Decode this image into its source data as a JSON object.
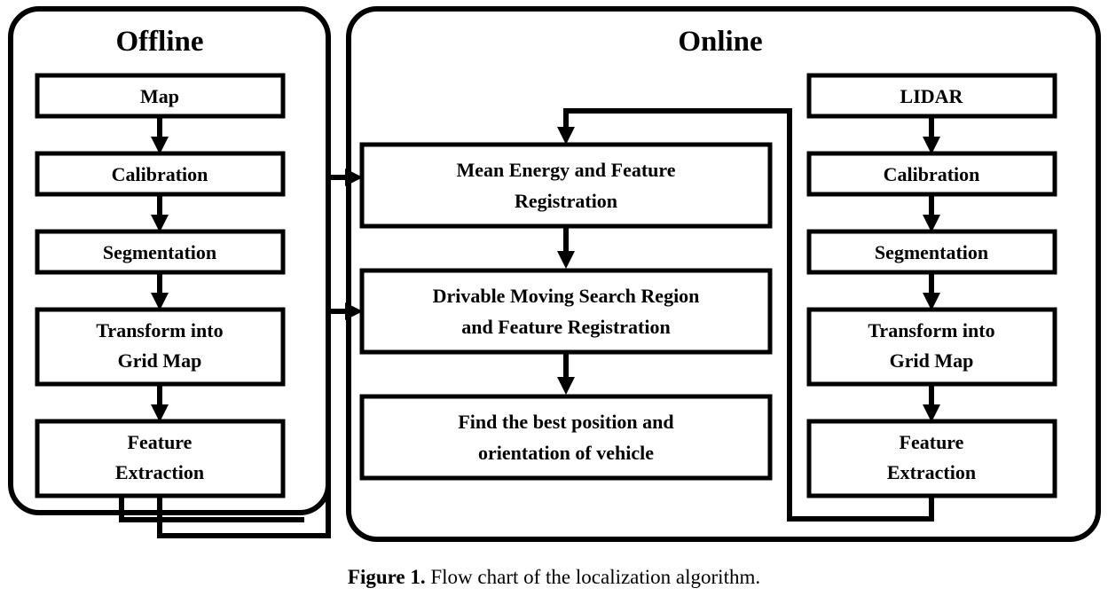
{
  "figure": {
    "caption_prefix": "Figure 1.",
    "caption_text": " Flow chart of the localization algorithm.",
    "stroke_color": "#000000",
    "background_color": "#ffffff"
  },
  "panels": [
    {
      "id": "offline",
      "title": "Offline"
    },
    {
      "id": "online",
      "title": "Online"
    }
  ],
  "chart_data": {
    "type": "flowchart",
    "title": "Flow chart of the localization algorithm",
    "groups": [
      {
        "name": "Offline",
        "nodes": [
          "Map",
          "Calibration",
          "Segmentation",
          "Transform into Grid Map",
          "Feature Extraction"
        ]
      },
      {
        "name": "Online",
        "nodes": [
          "Mean Energy and Feature Registration",
          "Drivable Moving Search Region and Feature Registration",
          "Find the best position and orientation of vehicle",
          "LIDAR",
          "Calibration",
          "Segmentation",
          "Transform into Grid Map",
          "Feature Extraction"
        ]
      }
    ],
    "edges": [
      {
        "from": "Map",
        "to": "Calibration"
      },
      {
        "from": "Calibration",
        "to": "Segmentation"
      },
      {
        "from": "Segmentation",
        "to": "Transform into Grid Map"
      },
      {
        "from": "Transform into Grid Map",
        "to": "Feature Extraction"
      },
      {
        "from": "Feature Extraction (Offline)",
        "to": "Mean Energy and Feature Registration"
      },
      {
        "from": "Feature Extraction (Offline)",
        "to": "Drivable Moving Search Region and Feature Registration"
      },
      {
        "from": "Mean Energy and Feature Registration",
        "to": "Drivable Moving Search Region and Feature Registration"
      },
      {
        "from": "Drivable Moving Search Region and Feature Registration",
        "to": "Find the best position and orientation of vehicle"
      },
      {
        "from": "LIDAR",
        "to": "Calibration (Online)"
      },
      {
        "from": "Calibration (Online)",
        "to": "Segmentation (Online)"
      },
      {
        "from": "Segmentation (Online)",
        "to": "Transform into Grid Map (Online)"
      },
      {
        "from": "Transform into Grid Map (Online)",
        "to": "Feature Extraction (Online)"
      },
      {
        "from": "Feature Extraction (Online)",
        "to": "Mean Energy and Feature Registration"
      }
    ]
  },
  "offline_nodes": [
    {
      "id": "map",
      "label": "Map",
      "lines": [
        "Map"
      ]
    },
    {
      "id": "calibration",
      "label": "Calibration",
      "lines": [
        "Calibration"
      ]
    },
    {
      "id": "segmentation",
      "label": "Segmentation",
      "lines": [
        "Segmentation"
      ]
    },
    {
      "id": "transform",
      "label": "Transform into Grid Map",
      "lines": [
        "Transform into",
        "Grid Map"
      ]
    },
    {
      "id": "feature",
      "label": "Feature Extraction",
      "lines": [
        "Feature",
        "Extraction"
      ]
    }
  ],
  "online_center_nodes": [
    {
      "id": "mean-energy",
      "label": "Mean Energy and Feature Registration",
      "lines": [
        "Mean Energy and Feature",
        "Registration"
      ]
    },
    {
      "id": "drivable",
      "label": "Drivable Moving Search Region and Feature Registration",
      "lines": [
        "Drivable Moving Search Region",
        "and Feature Registration"
      ]
    },
    {
      "id": "find-best",
      "label": "Find the best position and orientation of vehicle",
      "lines": [
        "Find the best position and",
        "orientation of vehicle"
      ]
    }
  ],
  "online_right_nodes": [
    {
      "id": "lidar",
      "label": "LIDAR",
      "lines": [
        "LIDAR"
      ]
    },
    {
      "id": "calibration2",
      "label": "Calibration",
      "lines": [
        "Calibration"
      ]
    },
    {
      "id": "segmentation2",
      "label": "Segmentation",
      "lines": [
        "Segmentation"
      ]
    },
    {
      "id": "transform2",
      "label": "Transform into Grid Map",
      "lines": [
        "Transform into",
        "Grid Map"
      ]
    },
    {
      "id": "feature2",
      "label": "Feature Extraction",
      "lines": [
        "Feature",
        "Extraction"
      ]
    }
  ]
}
